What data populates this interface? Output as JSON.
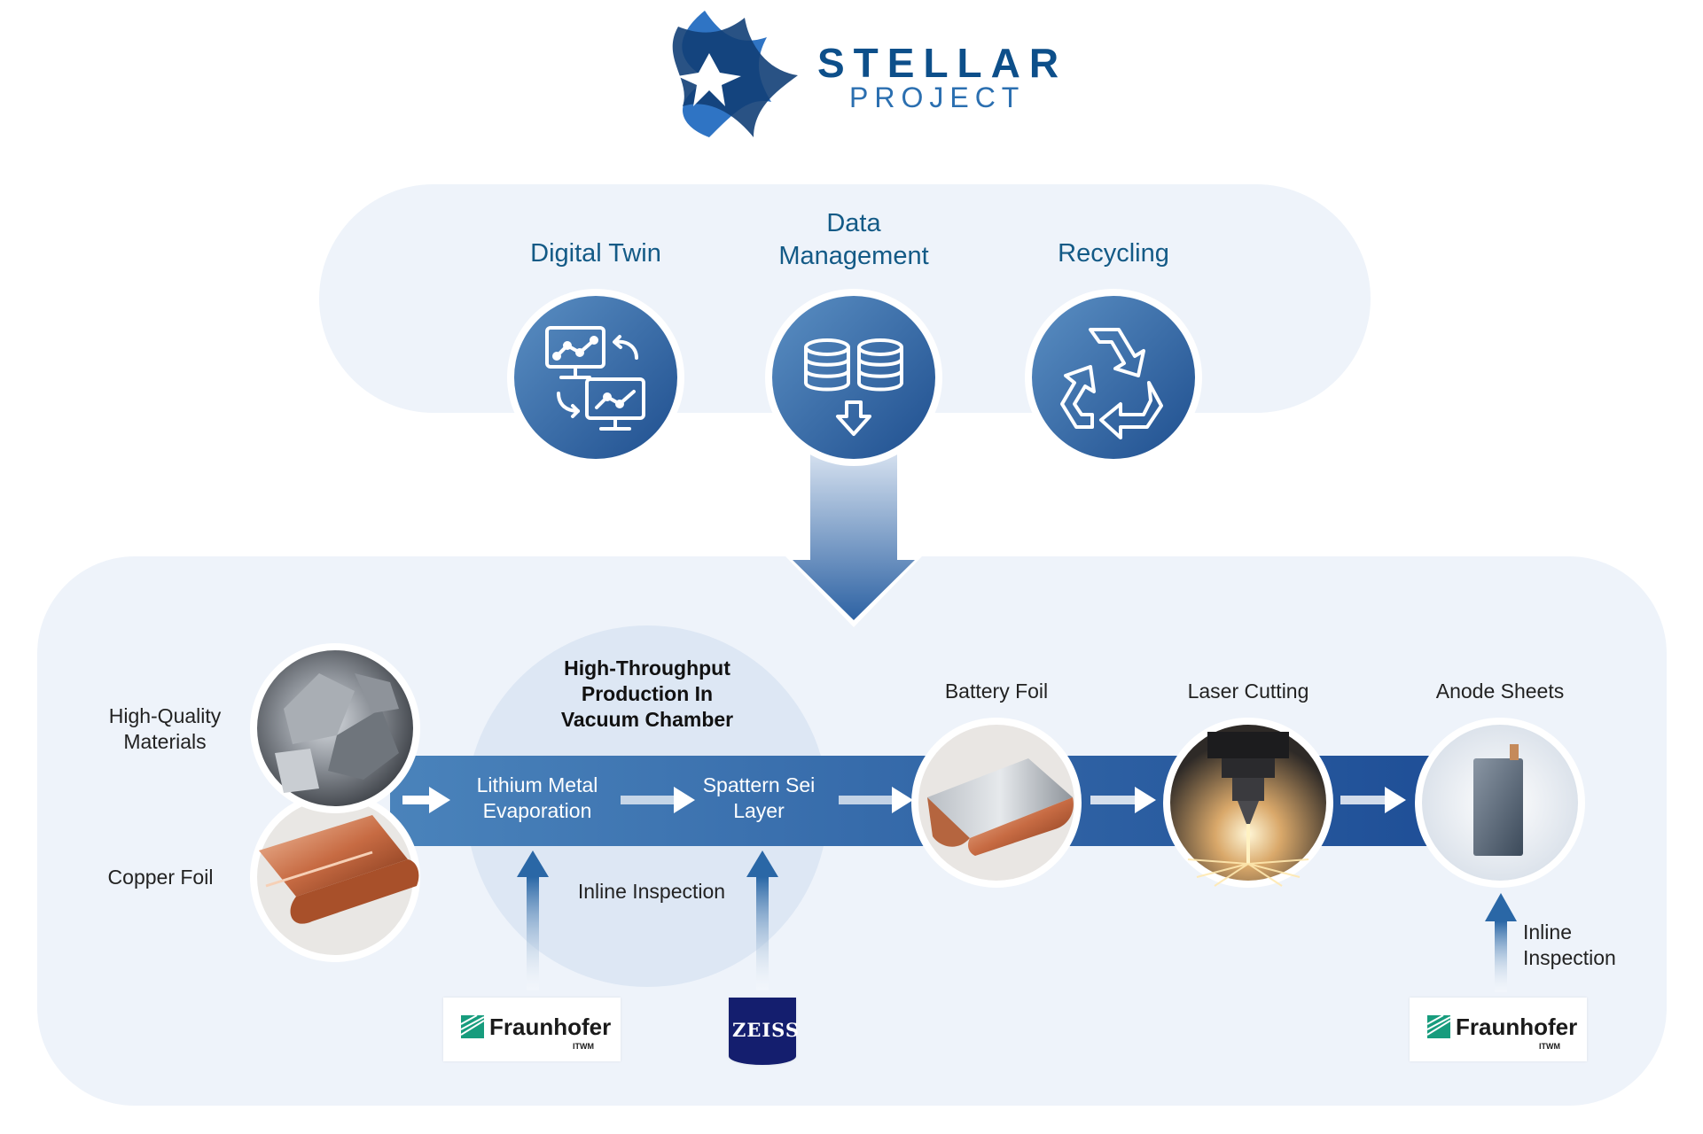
{
  "logo": {
    "word1": "STELLAR",
    "word2": "PROJECT"
  },
  "categories": [
    {
      "label": "Digital Twin",
      "icon": "digital-twin-icon"
    },
    {
      "label": "Data Management",
      "icon": "database-icon"
    },
    {
      "label": "Recycling",
      "icon": "recycle-icon"
    }
  ],
  "category_titles": {
    "digital_twin": "Digital Twin",
    "data_management_line1": "Data",
    "data_management_line2": "Management",
    "recycling": "Recycling"
  },
  "process": {
    "materials": {
      "line1": "High-Quality",
      "line2": "Materials"
    },
    "copper_foil": "Copper Foil",
    "chamber": {
      "line1": "High-Throughput",
      "line2": "Production In",
      "line3": "Vacuum Chamber"
    },
    "evaporation": {
      "line1": "Lithium Metal",
      "line2": "Evaporation"
    },
    "sei_layer": {
      "line1": "Spattern Sei",
      "line2": "Layer"
    },
    "inline_inspection_chamber": "Inline Inspection",
    "battery_foil": "Battery Foil",
    "laser_cutting": "Laser Cutting",
    "anode_sheets": "Anode Sheets",
    "inline_inspection_right": {
      "line1": "Inline",
      "line2": "Inspection"
    }
  },
  "partners": {
    "fraunhofer_1": {
      "name": "Fraunhofer",
      "sub": "ITWM"
    },
    "zeiss": {
      "name": "ZEISS"
    },
    "fraunhofer_2": {
      "name": "Fraunhofer",
      "sub": "ITWM"
    }
  },
  "colors": {
    "primary_blue": "#2a67a6",
    "dark_blue": "#1f4f8f",
    "band_blue": "#3b78b3",
    "panel_bg": "#eef3fa",
    "title_teal": "#135a86"
  }
}
